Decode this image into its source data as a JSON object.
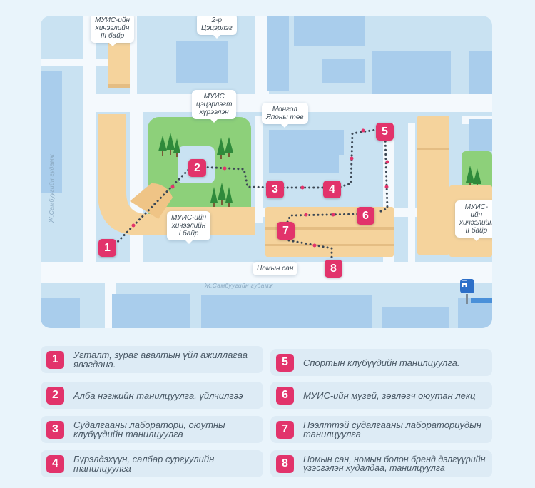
{
  "map": {
    "callouts": {
      "dorm3": "МУИС-ийн\nхичээлийн\nIII байр",
      "bldg2": "2-р\nЦэцэрлэг",
      "garden": "МУИС\nцэцэрлэгт\nхүрээлэн",
      "japan": "Монгол\nЯпоны төв",
      "dorm1": "МУИС-ийн\nхичээлийн\nI байр",
      "dorm2": "МУИС-ийн\nхичээлийн\nII байр",
      "library": "Номын сан"
    },
    "streets": {
      "vertical": "Ж.Самбуугийн гудамж",
      "horizontal": "Ж.Самбуугийн гудамж"
    },
    "markers": [
      "1",
      "2",
      "3",
      "4",
      "5",
      "6",
      "7",
      "8"
    ],
    "bus_icon": "bus-stop-icon",
    "colors": {
      "accent": "#e2336b",
      "building": "#f5d39c",
      "park": "#8dd07a",
      "water": "#c9e2f2",
      "bus": "#2c6fc8"
    }
  },
  "legend": [
    {
      "num": "1",
      "text": "Угталт, зураг авалтын үйл ажиллагаа явагдана."
    },
    {
      "num": "2",
      "text": "Алба нэгжийн танилцуулга, үйлчилгээ"
    },
    {
      "num": "3",
      "text": "Судалгааны лаборатори, оюутны клубүүдийн танилцуулга"
    },
    {
      "num": "4",
      "text": "Бүрэлдэхүүн, салбар сургуулийн танилцуулга"
    },
    {
      "num": "5",
      "text": "Спортын клубүүдийн танилцуулга."
    },
    {
      "num": "6",
      "text": "МУИС-ийн музей, зөвлөгч оюутан лекц"
    },
    {
      "num": "7",
      "text": "Нээлттэй судалгааны лабораториудын танилцуулга"
    },
    {
      "num": "8",
      "text": "Номын сан, номын болон бренд дэлгүүрийн үзэсгэлэн худалдаа, танилцуулга"
    }
  ]
}
